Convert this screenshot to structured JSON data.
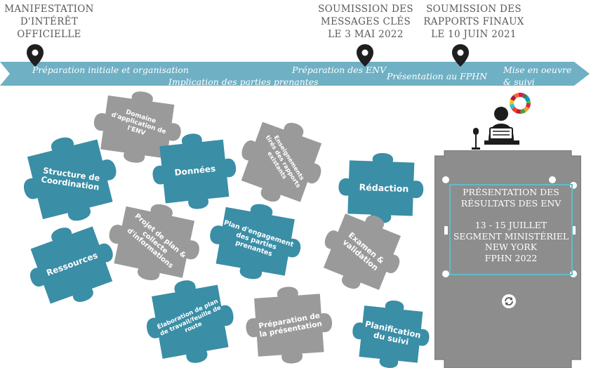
{
  "milestones": {
    "m1": [
      "MANIFESTATION",
      "D'INTÉRÊT",
      "OFFICIELLE"
    ],
    "m2": [
      "SOUMISSION DES",
      "MESSAGES CLÉS",
      "LE 3 MAI 2022"
    ],
    "m3": [
      "SOUMISSION DES",
      "RAPPORTS FINAUX",
      "LE 10 JUIN 2021"
    ]
  },
  "timeline": {
    "phase1": "Préparation initiale et organisation",
    "phase2": "Implication des parties prenantes",
    "phase3": "Préparation des ENV",
    "phase4": "Présentation au FPHN",
    "phase5a": "Mise en oeuvre",
    "phase5b": "& suivi"
  },
  "pieces": {
    "domaine": "Domaine\nd'application de\nl'ENV",
    "structure": "Structure de\nCoordination",
    "donnees": "Données",
    "enseignements": "Enseignements\ntirés des rapports\nexistants",
    "redaction": "Rédaction",
    "ressources": "Ressources",
    "projet": "Projet de plan &\ncollecte\nd'informations",
    "engagement": "Plan d'engagement\ndes parties\nprenantes",
    "examen": "Examen &\nvalidation",
    "elaboration": "Élaboration de plan\nde travail/feuille de\nroute",
    "preparation": "Préparation de\nla présentation",
    "planification": "Planification\ndu suivi"
  },
  "presentation": {
    "line1": "PRÉSENTATION DES",
    "line2": "RÉSULTATS DES ENV",
    "line3": "13 - 15 JUILLET",
    "line4": "SEGMENT MINISTÉRIEL",
    "line5": "NEW YORK",
    "line6": "FPHN 2022"
  },
  "colors": {
    "teal": "#3a8ea6",
    "grey": "#9a9a9a",
    "arrow": "#6fb0c4"
  },
  "icons": [
    "location-pin-icon",
    "speaker-at-lectern-icon",
    "sdg-wheel-icon",
    "refresh-icon"
  ]
}
